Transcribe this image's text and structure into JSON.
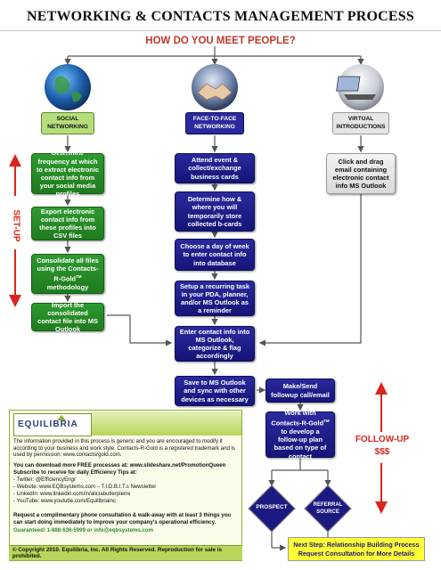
{
  "title": "NETWORKING & CONTACTS MANAGEMENT PROCESS",
  "subtitle": "HOW DO YOU MEET PEOPLE?",
  "headers": {
    "social": [
      "SOCIAL",
      "NETWORKING"
    ],
    "face": [
      "FACE-TO-FACE",
      "NETWORKING"
    ],
    "virtual": [
      "VIRTUAL",
      "INTRODUCTIONS"
    ]
  },
  "steps": {
    "g1": "Determine frequency at which to extract electronic contact info from your social media profiles",
    "g2": "Export electronic contact info from these profiles into CSV files",
    "g3a": "Consolidate all files using the Contacts-R-Gold",
    "g3b": " methodology",
    "g4": "Import the consolidated contact file into MS Outlook",
    "b1": "Attend event & collect/exchange business cards",
    "b2": "Determine how & where you will temporarily store collected b-cards",
    "b3": "Choose a day of week to enter contact info into database",
    "b4": "Setup a recurring task in your PDA, planner, and/or MS Outlook as a reminder",
    "b5": "Enter contact info into MS Outlook, categorize & flag accordingly",
    "b6": "Save to MS Outlook and sync with other devices as necessary",
    "b7": "Make/Send followup call/email",
    "b8a": "Work with Contacts-R-Gold",
    "b8b": " to develop a follow-up plan based on type of contact",
    "v1": "Click and drag email containing electronic contact info MS Outlook",
    "tm": "TM"
  },
  "diamonds": {
    "prospect": "PROSPECT",
    "referral": "REFERRAL SOURCE"
  },
  "labels": {
    "setup": "SET-UP",
    "followup": "FOLLOW-UP",
    "dollars": "$$$"
  },
  "logo": "EQUILIBRIA",
  "info": {
    "p1": "The information provided in this process is generic and you are encouraged to modify it according to your business and work style.  Contacts-R-Gold is a registered trademark and is used by permission:  www.contactsrgold.com.",
    "p2": "You can download more FREE processes at:  www.slideshare.net/PromotionQueen",
    "p3": "Subscribe to receive for daily Efficiency Tips at:",
    "twitter": "- Twitter: @EfficiencyEngr",
    "website": "- Website: www.EQBsystems.com – T.I.D.B.I.T.s Newsletter",
    "linkedin": "- LinkedIn: www.linkedin.com/in/aliciabutlerpierre",
    "youtube": "- YouTube: www.youtube.com/Equilibriainc",
    "p4": "Request a complimentary phone consultation & walk-away with at least 3 things you can start doing immediately to improve your company's operational efficiency.",
    "guarantee": "Guaranteed!  1-888-636-5999   or   info@eqbsystems.com"
  },
  "footer": "© Copyright 2010.  Equilibria, Inc.  All Rights Reserved.  Reproduction for sale is prohibited.",
  "next": {
    "line1": "Next Step:  Relationship Building Process",
    "line2": "Request Consultation for More Details"
  },
  "colors": {
    "green": "#1f7a1f",
    "navy": "#141478",
    "red": "#d9261c",
    "info_bg": "#fbfbea",
    "footer_bg": "#b7d65a",
    "next_bg": "#ffff33"
  }
}
